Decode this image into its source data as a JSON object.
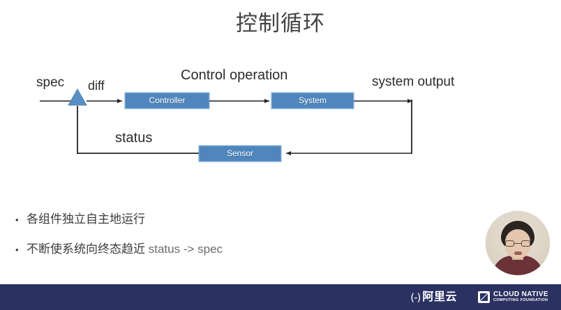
{
  "slide": {
    "title": "控制循环",
    "title_color": "#434343",
    "background": "#ffffff"
  },
  "diagram": {
    "accent_color": "#4f86bd",
    "line_color": "#222222",
    "labels": {
      "spec": "spec",
      "diff": "diff",
      "control_operation": "Control operation",
      "system_output": "system output",
      "status": "status"
    },
    "nodes": [
      {
        "id": "controller",
        "label": "Controller"
      },
      {
        "id": "system",
        "label": "System"
      },
      {
        "id": "sensor",
        "label": "Sensor"
      }
    ]
  },
  "bullets": [
    {
      "cjk": "各组件独立自主地运行",
      "latin": ""
    },
    {
      "cjk": "不断使系统向终态趋近 ",
      "latin": "status -> spec"
    }
  ],
  "footer": {
    "background": "#2b3160",
    "logos": [
      {
        "id": "aliyun",
        "mark": "(-)",
        "name": "阿里云"
      },
      {
        "id": "cncf",
        "line1": "CLOUD NATIVE",
        "line2": "COMPUTING FOUNDATION"
      }
    ]
  },
  "avatar": {
    "description": "presenter-webcam"
  }
}
